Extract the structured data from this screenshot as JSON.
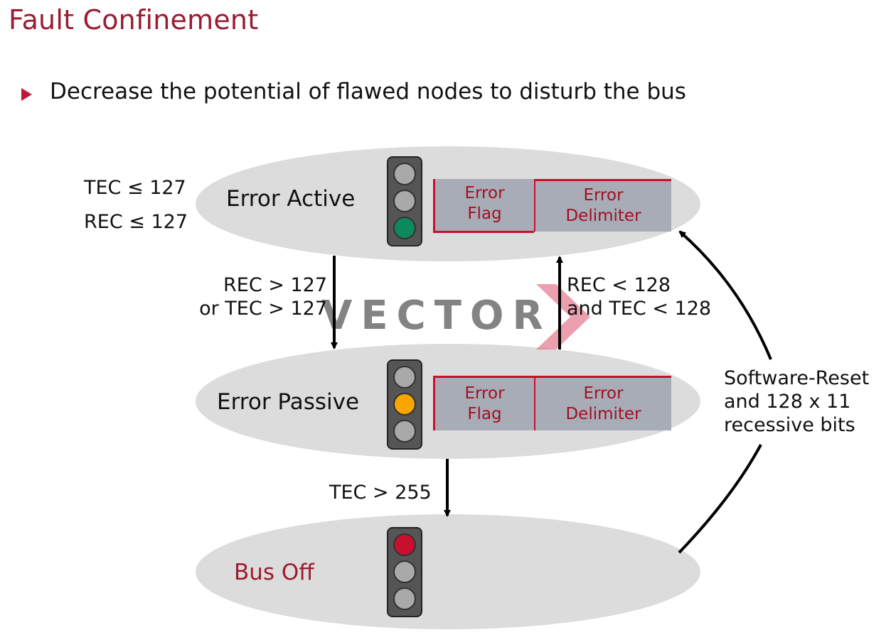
{
  "title": "Fault Confinement",
  "bullet": "Decrease the potential of flawed nodes to disturb the bus",
  "watermark": "VECTOR",
  "states": {
    "active": {
      "label": "Error Active",
      "conditions": [
        "TEC ≤ 127",
        "REC ≤ 127"
      ],
      "light": "green",
      "fields": [
        {
          "line1": "Error",
          "line2": "Flag"
        },
        {
          "line1": "Error",
          "line2": "Delimiter"
        }
      ]
    },
    "passive": {
      "label": "Error Passive",
      "light": "amber",
      "fields": [
        {
          "line1": "Error",
          "line2": "Flag"
        },
        {
          "line1": "Error",
          "line2": "Delimiter"
        }
      ]
    },
    "busoff": {
      "label": "Bus Off",
      "light": "red"
    }
  },
  "transitions": {
    "active_to_passive": {
      "line1": "REC > 127",
      "line2": "or TEC > 127"
    },
    "passive_to_active": {
      "line1": "REC < 128",
      "line2": "and TEC < 128"
    },
    "passive_to_busoff": "TEC > 255",
    "busoff_to_active": {
      "line1": "Software-Reset",
      "line2": "and 128 x 11",
      "line3": "recessive bits"
    }
  },
  "colors": {
    "title": "#9b1b30",
    "bullet": "#c0183c",
    "field_bg": "#a7acb6",
    "field_text": "#a30f22",
    "field_border": "#c8102e",
    "ellipse": "#dcdcdc",
    "light_green": "#0c8a5e",
    "light_amber": "#f8a500",
    "light_red": "#c8102e"
  }
}
